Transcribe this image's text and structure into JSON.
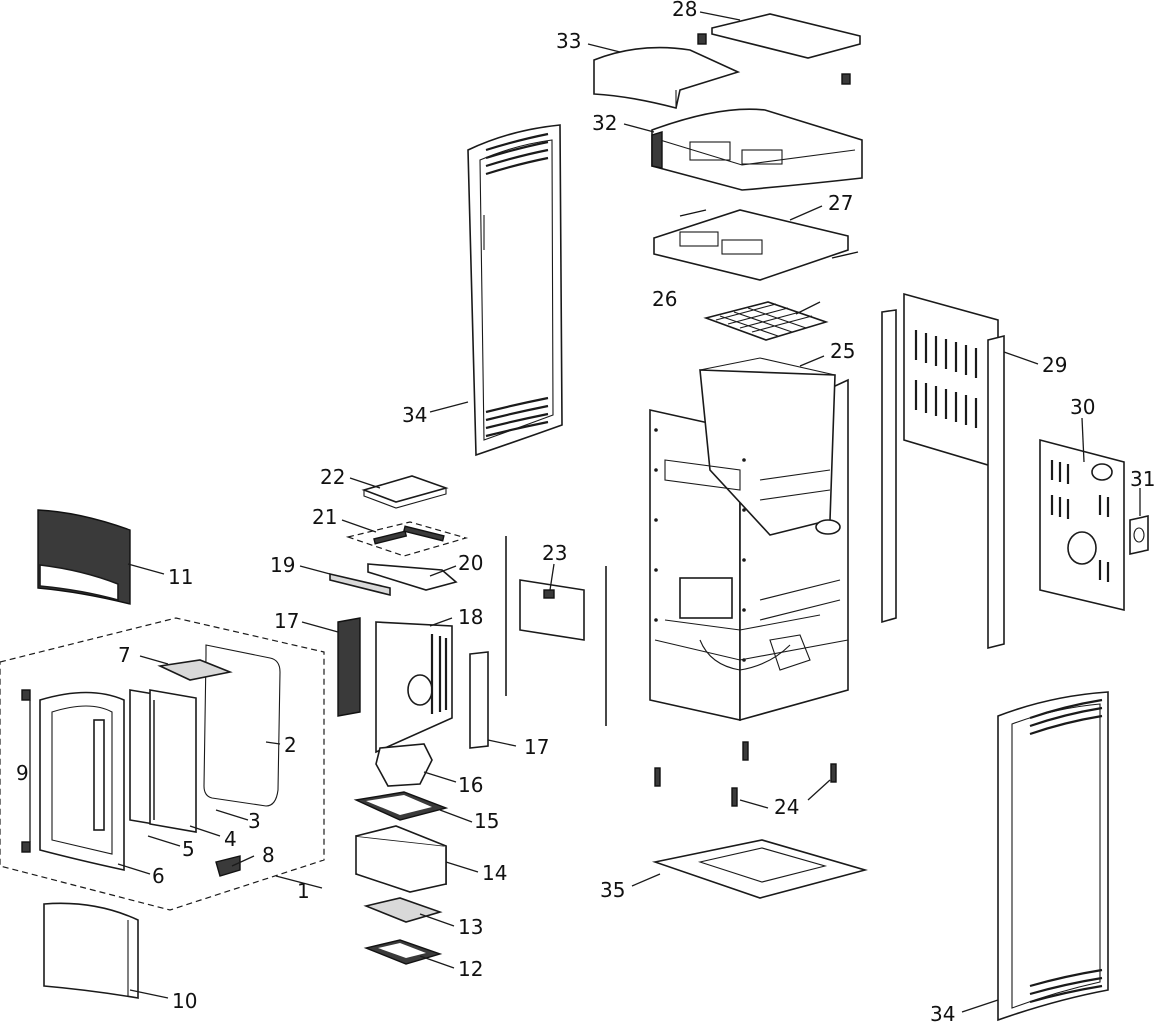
{
  "callouts": [
    {
      "id": "1",
      "text": "1"
    },
    {
      "id": "2",
      "text": "2"
    },
    {
      "id": "3",
      "text": "3"
    },
    {
      "id": "4",
      "text": "4"
    },
    {
      "id": "5",
      "text": "5"
    },
    {
      "id": "6",
      "text": "6"
    },
    {
      "id": "7",
      "text": "7"
    },
    {
      "id": "8",
      "text": "8"
    },
    {
      "id": "9",
      "text": "9"
    },
    {
      "id": "10",
      "text": "10"
    },
    {
      "id": "11",
      "text": "11"
    },
    {
      "id": "12",
      "text": "12"
    },
    {
      "id": "13",
      "text": "13"
    },
    {
      "id": "14",
      "text": "14"
    },
    {
      "id": "15",
      "text": "15"
    },
    {
      "id": "16",
      "text": "16"
    },
    {
      "id": "17a",
      "text": "17"
    },
    {
      "id": "17b",
      "text": "17"
    },
    {
      "id": "18",
      "text": "18"
    },
    {
      "id": "19",
      "text": "19"
    },
    {
      "id": "20",
      "text": "20"
    },
    {
      "id": "21",
      "text": "21"
    },
    {
      "id": "22",
      "text": "22"
    },
    {
      "id": "23",
      "text": "23"
    },
    {
      "id": "24",
      "text": "24"
    },
    {
      "id": "25",
      "text": "25"
    },
    {
      "id": "26",
      "text": "26"
    },
    {
      "id": "27",
      "text": "27"
    },
    {
      "id": "28",
      "text": "28"
    },
    {
      "id": "29",
      "text": "29"
    },
    {
      "id": "30",
      "text": "30"
    },
    {
      "id": "31",
      "text": "31"
    },
    {
      "id": "32",
      "text": "32"
    },
    {
      "id": "33",
      "text": "33"
    },
    {
      "id": "34a",
      "text": "34"
    },
    {
      "id": "34b",
      "text": "34"
    },
    {
      "id": "35",
      "text": "35"
    }
  ]
}
